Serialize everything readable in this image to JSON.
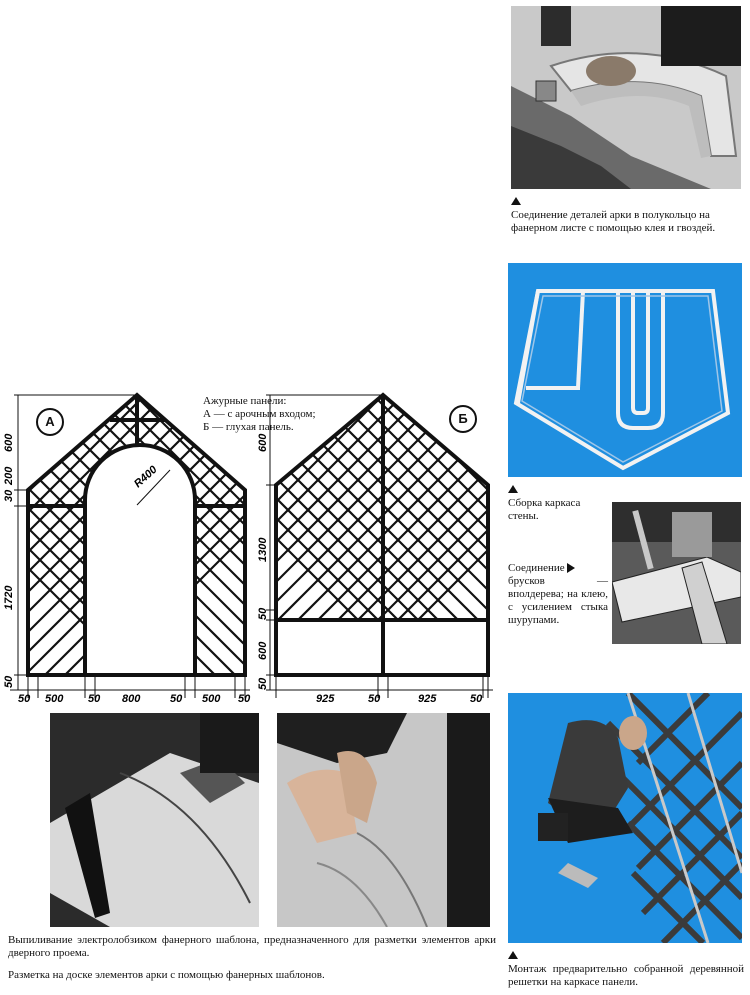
{
  "legend": {
    "title": "Ажурные панели:",
    "line_a": "А — с арочным входом;",
    "line_b": "Б — глухая панель."
  },
  "panel_labels": {
    "a": "А",
    "b": "Б"
  },
  "arch_radius_label": "R400",
  "dims_a_vertical": [
    "600",
    "30",
    "200",
    "1720",
    "50"
  ],
  "dims_a_horizontal": [
    "50",
    "500",
    "50",
    "800",
    "50",
    "500",
    "50"
  ],
  "dims_b_vertical": [
    "600",
    "1300",
    "50",
    "600",
    "50"
  ],
  "dims_b_horizontal": [
    "925",
    "50",
    "925",
    "50"
  ],
  "captions": {
    "arch_join": "Соединение деталей арки в полукольцо на фанерном листе с помощью клея и гвоздей.",
    "frame_assembly": "Сборка каркаса стены.",
    "joint_title": "Соединение",
    "joint_text": "брусков — вполдерева; на клею, с усилением стыка шурупами.",
    "sawing": "Выпиливание электролобзиком фанерного шаблона, предназначенного для разметки элементов арки дверного проема.",
    "marking": "Разметка на доске элементов арки с помощью фанерных шаблонов.",
    "lattice_mount": "Монтаж предварительно собранной деревянной решетки на каркасе панели."
  },
  "colors": {
    "blue_bg": "#1f8fe0",
    "ink": "#111111",
    "photo_dark": "#2a2a2a",
    "photo_light": "#d8d8d8"
  }
}
